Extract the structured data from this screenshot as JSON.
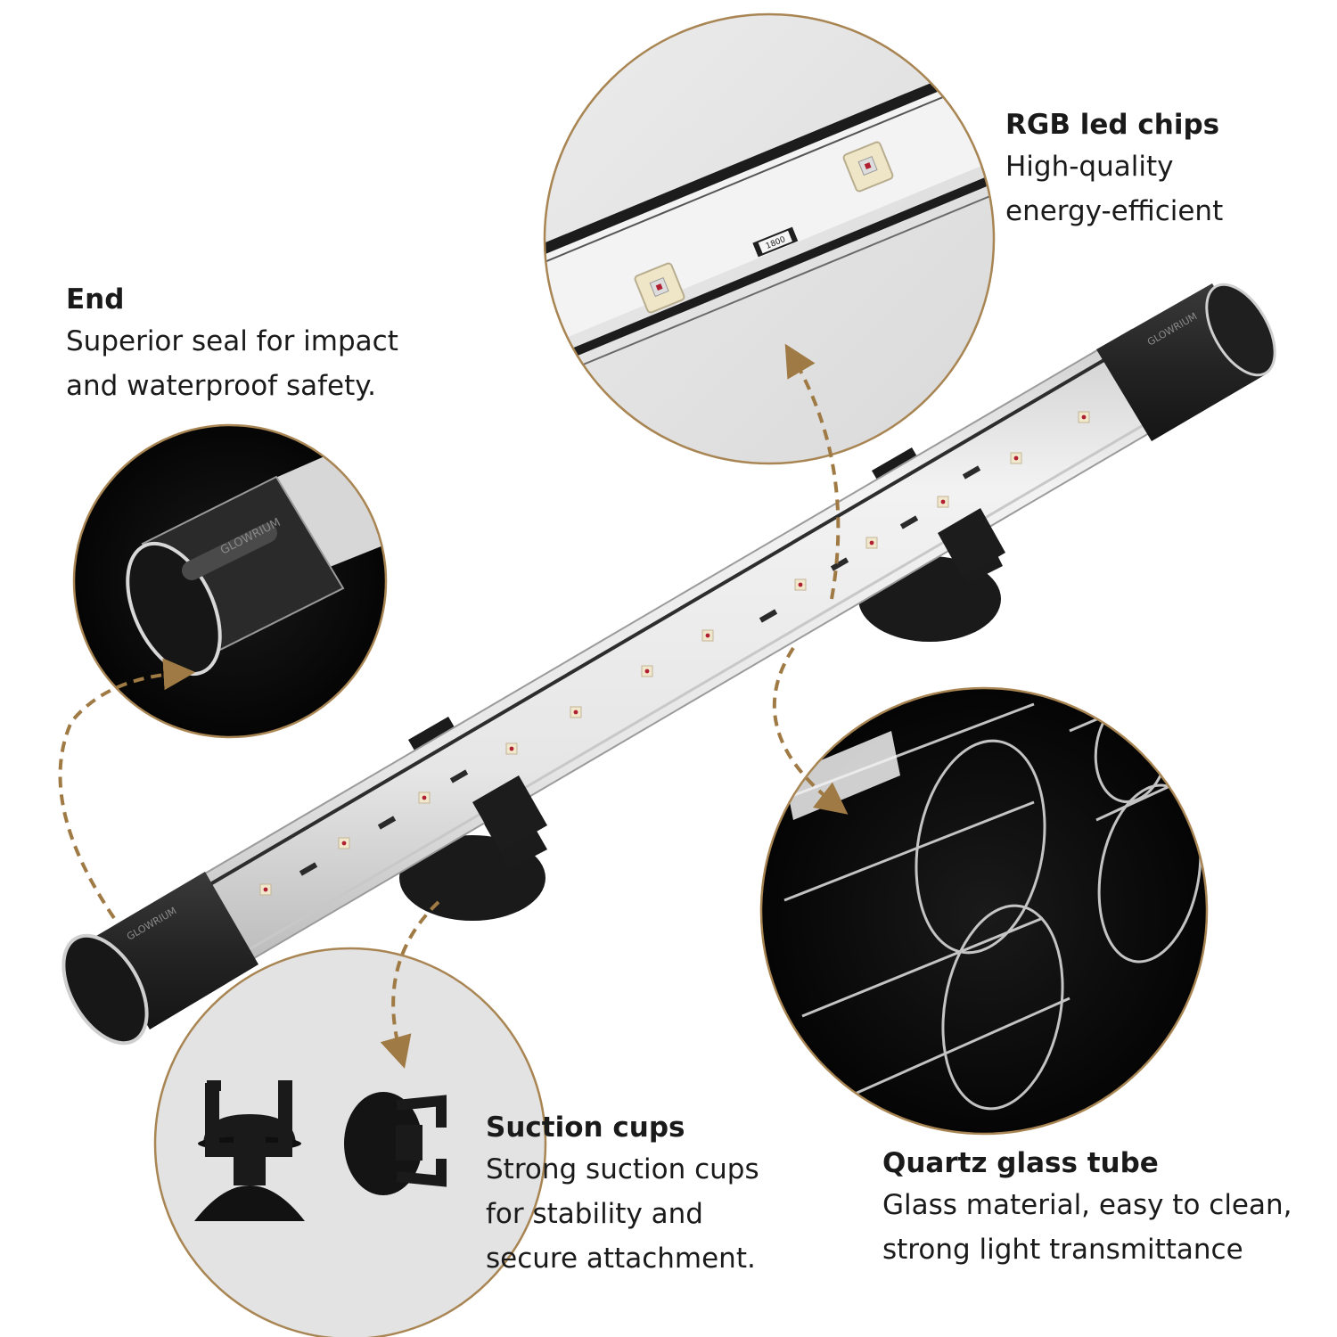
{
  "callouts": {
    "rgb": {
      "title": "RGB led chips",
      "lines": [
        "High-quality",
        "energy-efficient"
      ]
    },
    "end": {
      "title": "End",
      "lines": [
        "Superior seal for impact",
        "and waterproof safety."
      ]
    },
    "suction": {
      "title": "Suction cups",
      "lines": [
        "Strong suction cups",
        "for stability and",
        "secure attachment."
      ]
    },
    "quartz": {
      "title": "Quartz glass tube",
      "lines": [
        "Glass material, easy to clean,",
        "strong light transmittance"
      ]
    }
  },
  "brand": {
    "logo_text": "GLOWRIUM"
  },
  "resistor_label": "1800",
  "colors": {
    "background": "#ffffff",
    "gold_accent": "#a88552",
    "arrow": "#a07a44",
    "cap": "#2b2b2b",
    "tube": "#eaeaea",
    "led_red": "#b02030",
    "zoom_dark": "#0a0a0a",
    "zoom_light": "#e5e5e5"
  }
}
